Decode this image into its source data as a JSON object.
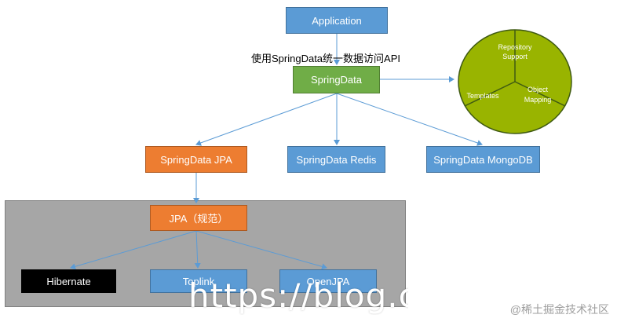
{
  "nodes": {
    "application": "Application",
    "springdata": "SpringData",
    "springdata_jpa": "SpringData JPA",
    "springdata_redis": "SpringData Redis",
    "springdata_mongodb": "SpringData MongoDB",
    "jpa_spec": "JPA（规范）",
    "hibernate": "Hibernate",
    "toplink": "Toplink",
    "openjpa": "OpenJPA"
  },
  "caption": "使用SpringData统一数据访问API",
  "pie": {
    "repository": "Repository Support",
    "repository_line1": "Repository",
    "repository_line2": "Support",
    "templates": "Templates",
    "object_mapping_line1": "Object",
    "object_mapping_line2": "Mapping",
    "fill_color": "#99b400",
    "stroke_color": "#3f5a12"
  },
  "colors": {
    "blue": "#5b9bd5",
    "green": "#70ad47",
    "orange": "#ed7d31",
    "gray_panel": "#a6a6a6",
    "connector": "#5b9bd5"
  },
  "watermark": {
    "url": "https://blog.csdn",
    "brand": "@稀土掘金技术社区"
  }
}
